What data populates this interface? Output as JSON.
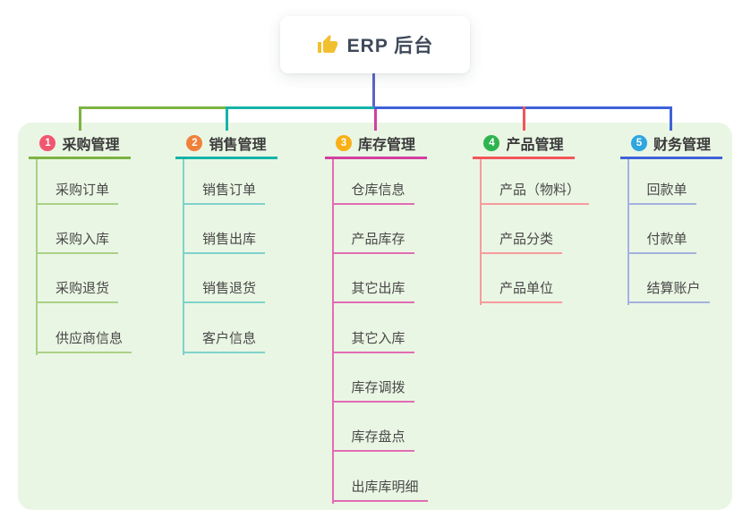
{
  "root": {
    "label": "ERP 后台",
    "icon": "thumbs-up-icon",
    "icon_color": "#f2c02e"
  },
  "connector_colors": {
    "root_stem": "#5b64ca"
  },
  "panel_color": "#eaf6e4",
  "branches": [
    {
      "num": "1",
      "label": "采购管理",
      "badge_color": "#f2566f",
      "line_color": "#7cb342",
      "sub_line_color": "#a9d186",
      "items": [
        "采购订单",
        "采购入库",
        "采购退货",
        "供应商信息"
      ]
    },
    {
      "num": "2",
      "label": "销售管理",
      "badge_color": "#f0813a",
      "line_color": "#16b3aa",
      "sub_line_color": "#7fd2cb",
      "items": [
        "销售订单",
        "销售出库",
        "销售退货",
        "客户信息"
      ]
    },
    {
      "num": "3",
      "label": "库存管理",
      "badge_color": "#f9b016",
      "line_color": "#d23f9f",
      "sub_line_color": "#e16cb3",
      "items": [
        "仓库信息",
        "产品库存",
        "其它出库",
        "其它入库",
        "库存调拨",
        "库存盘点",
        "出库库明细"
      ]
    },
    {
      "num": "4",
      "label": "产品管理",
      "badge_color": "#2eb44e",
      "line_color": "#f2555b",
      "sub_line_color": "#f59c9e",
      "items": [
        "产品（物料）",
        "产品分类",
        "产品单位"
      ]
    },
    {
      "num": "5",
      "label": "财务管理",
      "badge_color": "#2ea6e0",
      "line_color": "#3f62d9",
      "sub_line_color": "#a3b2de",
      "items": [
        "回款单",
        "付款单",
        "结算账户"
      ]
    }
  ]
}
